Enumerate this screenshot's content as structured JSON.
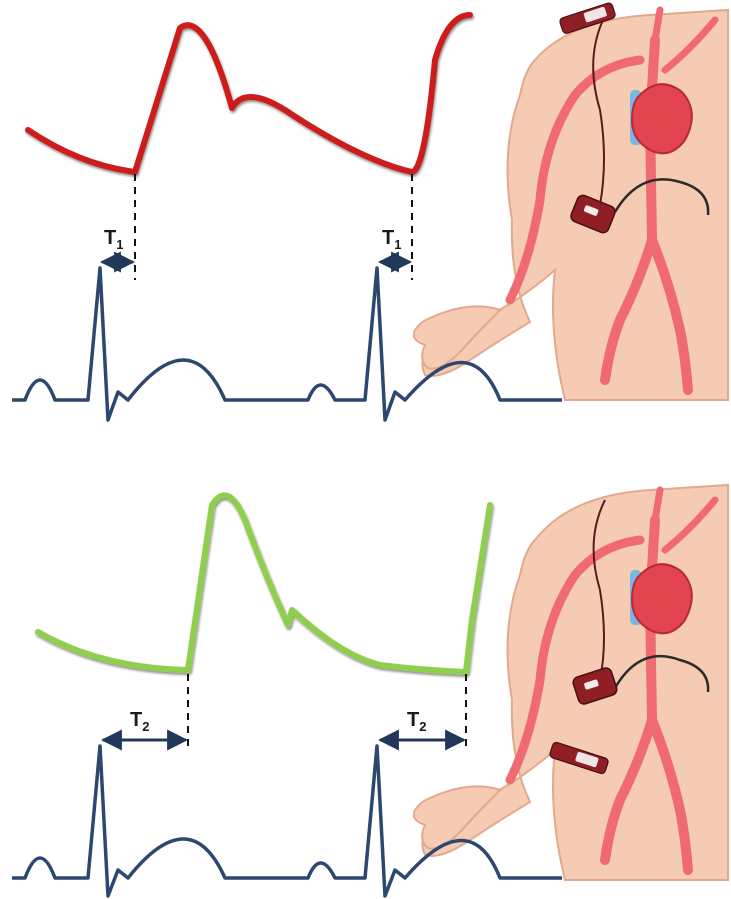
{
  "panels": [
    {
      "id": "top",
      "interval_label": "T",
      "interval_subscript": "1",
      "pressure_wave_color": "#cc1f1a",
      "ecg_color": "#2c4770"
    },
    {
      "id": "bottom",
      "interval_label": "T",
      "interval_subscript": "2",
      "pressure_wave_color": "#8fcf4d",
      "ecg_color": "#2c4770"
    }
  ],
  "colors": {
    "skin": "#f6cbb4",
    "skin_outline": "#e3a98e",
    "artery": "#ef6a73",
    "vein": "#7ab7e0",
    "heart": "#e2454f",
    "device": "#8f1f24",
    "arrow": "#22385a"
  },
  "icons": {
    "sensor": "pressure-sensor-icon",
    "monitor": "monitor-device-icon"
  }
}
